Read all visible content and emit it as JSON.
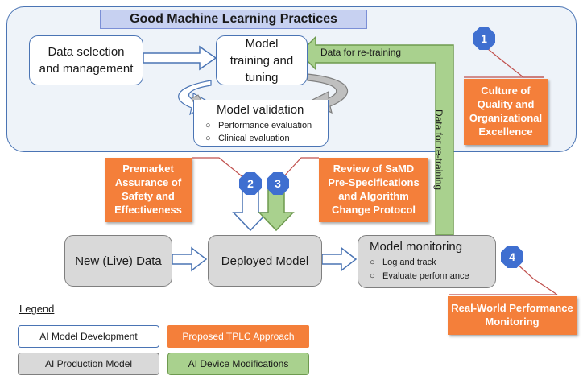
{
  "title": "Good Machine Learning Practices",
  "boxes": {
    "data_selection": "Data selection and management",
    "model_training": "Model training and tuning",
    "model_validation": "Model validation",
    "validation_items": [
      "Performance evaluation",
      "Clinical evaluation"
    ],
    "new_data": "New (Live) Data",
    "deployed_model": "Deployed Model",
    "model_monitoring": "Model monitoring",
    "monitoring_items": [
      "Log and track",
      "Evaluate performance"
    ]
  },
  "arrows": {
    "retraining_horizontal": "Data for re-training",
    "retraining_vertical": "Data for re-training"
  },
  "callouts": {
    "culture": "Culture of Quality and Organizational Excellence",
    "premarket": "Premarket Assurance of Safety and Effectiveness",
    "review": "Review of SaMD Pre-Specifications and Algorithm Change Protocol",
    "rwpm": "Real-World Performance Monitoring"
  },
  "badges": [
    "1",
    "2",
    "3",
    "4"
  ],
  "legend": {
    "title": "Legend",
    "items": [
      "AI Model Development",
      "Proposed TPLC Approach",
      "AI Production Model",
      "AI Device Modifications"
    ]
  },
  "colors": {
    "dev_border": "#4a74b4",
    "orange": "#f47f3a",
    "green": "#a9d18e",
    "badge": "#3f6fd0",
    "production": "#d9d9d9"
  },
  "icons": [
    "bullet-circle-icon"
  ]
}
